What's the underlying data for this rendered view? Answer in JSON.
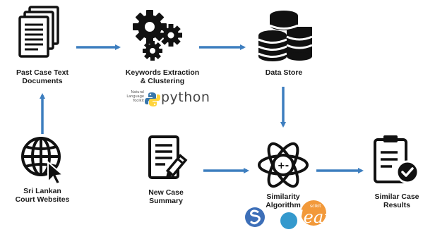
{
  "nodes": {
    "past_case": {
      "line1": "Past Case Text",
      "line2": "Documents"
    },
    "keywords": {
      "line1": "Keywords Extraction",
      "line2": "& Clustering"
    },
    "data_store": {
      "line1": "Data Store"
    },
    "court": {
      "line1": "Sri Lankan",
      "line2": "Court Websites"
    },
    "new_case": {
      "line1": "New Case",
      "line2": "Summary"
    },
    "similarity": {
      "line1": "Similarity",
      "line2": "Algorithm"
    },
    "results": {
      "line1": "Similar Case",
      "line2": "Results"
    }
  },
  "logos": {
    "nltk": {
      "line1": "Natural",
      "line2": "Language",
      "line3": "Toolkit"
    },
    "python": "python",
    "sklearn_small": "scikit",
    "sklearn": "learn"
  },
  "icons": [
    "documents-icon",
    "gears-icon",
    "database-icon",
    "globe-cursor-icon",
    "document-pen-icon",
    "atom-icon",
    "clipboard-check-icon"
  ],
  "colors": {
    "arrow": "#3d7ebf",
    "icon": "#111111",
    "sklearn_orange": "#f2993a",
    "sklearn_blue": "#3499cd",
    "python_blue": "#3776ab",
    "python_yellow": "#ffd43b"
  }
}
